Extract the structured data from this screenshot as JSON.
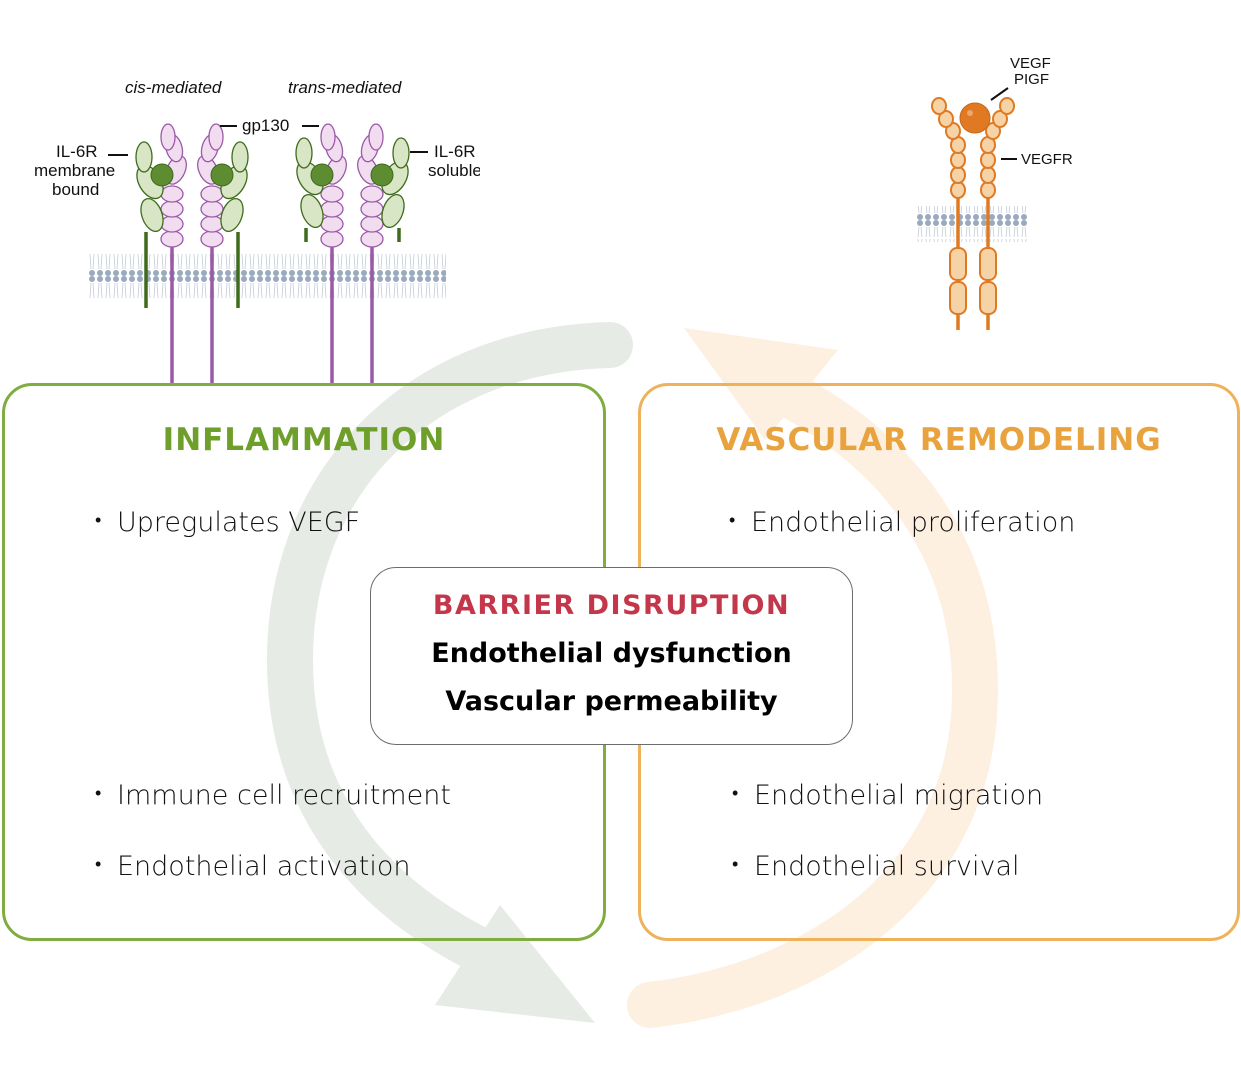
{
  "colors": {
    "inflammation_accent": "#6e9f2a",
    "inflammation_border": "#7fad3f",
    "remodeling_accent": "#e9a33e",
    "remodeling_border": "#efb15a",
    "barrier_accent": "#c4374a",
    "gp130": "#9a5aa8",
    "il6r": "#3e6b1c",
    "vegfr": "#e07a22",
    "arrow_green": "#e6ebe6",
    "arrow_orange": "#fdf0e1"
  },
  "il6_diagram": {
    "label_cis": "cis-mediated",
    "label_trans": "trans-mediated",
    "label_gp130": "gp130",
    "label_il6r_membrane": [
      "IL-6R",
      "membrane",
      "bound"
    ],
    "label_il6r_soluble": [
      "IL-6R",
      "soluble"
    ]
  },
  "vegf_diagram": {
    "label_ligand": [
      "VEGF",
      "PIGF"
    ],
    "label_receptor": "VEGFR"
  },
  "panels": {
    "inflammation": {
      "title": "INFLAMMATION",
      "bullets": [
        "Upregulates VEGF",
        "Immune cell recruitment",
        "Endothelial activation"
      ]
    },
    "remodeling": {
      "title": "VASCULAR REMODELING",
      "bullets": [
        "Endothelial proliferation",
        "Endothelial migration",
        "Endothelial survival"
      ]
    }
  },
  "center": {
    "title": "BARRIER DISRUPTION",
    "line1": "Endothelial dysfunction",
    "line2": "Vascular permeability"
  },
  "bullet_glyph": "•"
}
